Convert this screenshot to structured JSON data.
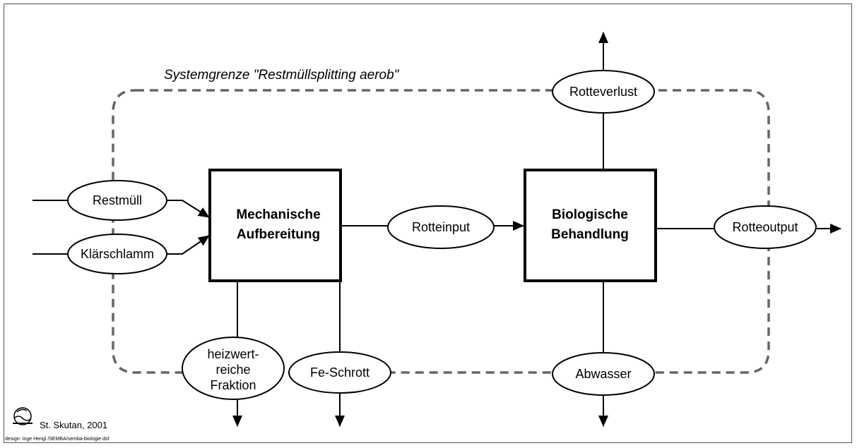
{
  "system_boundary_label": "Systemgrenze \"Restmüllsplitting aerob\"",
  "processes": {
    "mechanical": [
      "Mechanische",
      "Aufbereitung"
    ],
    "biological": [
      "Biologische",
      "Behandlung"
    ]
  },
  "flows": {
    "restmuell": "Restmüll",
    "klaerschlamm": "Klärschlamm",
    "rotteinput": "Rotteinput",
    "rotteoutput": "Rotteoutput",
    "rotteverlust": "Rotteverlust",
    "abwasser": "Abwasser",
    "fe_schrott": "Fe-Schrott",
    "heizwert": [
      "heizwert-",
      "reiche",
      "Fraktion"
    ]
  },
  "credit": "St. Skutan, 2001",
  "design_note": "design: Inge Hengl /SEMBA/semba-biologie.dsf"
}
